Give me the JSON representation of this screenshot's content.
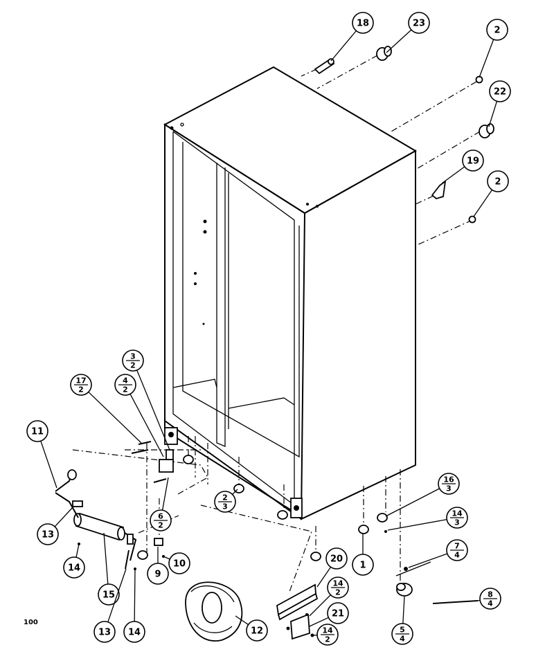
{
  "figure_label": "100",
  "callouts": [
    {
      "id": "c18",
      "text": "18"
    },
    {
      "id": "c23",
      "text": "23"
    },
    {
      "id": "c2a",
      "text": "2"
    },
    {
      "id": "c22",
      "text": "22"
    },
    {
      "id": "c19",
      "text": "19"
    },
    {
      "id": "c2b",
      "text": "2"
    },
    {
      "id": "c3-2",
      "num": "3",
      "den": "2"
    },
    {
      "id": "c4-2",
      "num": "4",
      "den": "2"
    },
    {
      "id": "c17-2",
      "num": "17",
      "den": "2"
    },
    {
      "id": "c11",
      "text": "11"
    },
    {
      "id": "c6-2",
      "num": "6",
      "den": "2"
    },
    {
      "id": "c2-3",
      "num": "2",
      "den": "3"
    },
    {
      "id": "c16-3",
      "num": "16",
      "den": "3"
    },
    {
      "id": "c14-3",
      "num": "14",
      "den": "3"
    },
    {
      "id": "c7-4",
      "num": "7",
      "den": "4"
    },
    {
      "id": "c13a",
      "text": "13"
    },
    {
      "id": "c14a",
      "text": "14"
    },
    {
      "id": "c15",
      "text": "15"
    },
    {
      "id": "c9",
      "text": "9"
    },
    {
      "id": "c10",
      "text": "10"
    },
    {
      "id": "c20",
      "text": "20"
    },
    {
      "id": "c1",
      "text": "1"
    },
    {
      "id": "c14-2a",
      "num": "14",
      "den": "2"
    },
    {
      "id": "c8-4",
      "num": "8",
      "den": "4"
    },
    {
      "id": "c21",
      "text": "21"
    },
    {
      "id": "c14-2b",
      "num": "14",
      "den": "2"
    },
    {
      "id": "c5-4",
      "num": "5",
      "den": "4"
    },
    {
      "id": "c12",
      "text": "12"
    },
    {
      "id": "c13b",
      "text": "13"
    },
    {
      "id": "c14b",
      "text": "14"
    }
  ]
}
